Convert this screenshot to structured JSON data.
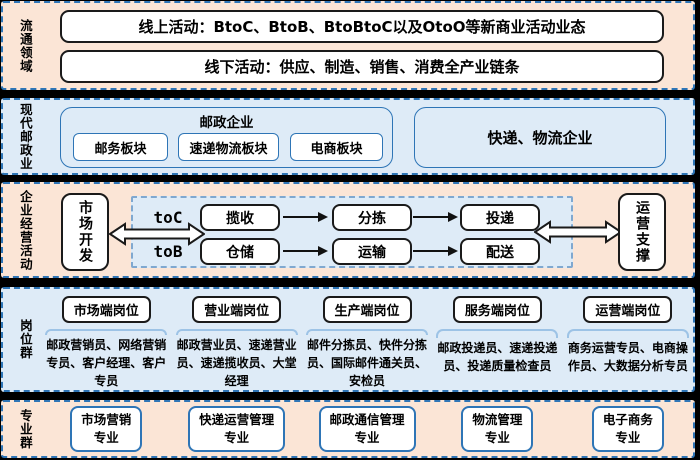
{
  "colors": {
    "peach_panel": "#FBE5D6",
    "blue_panel": "#DEEBF7",
    "dashed_border_blue": "#2E75B6",
    "bracket_blue": "#9DC3E6",
    "box_border_dark": "#1a1a1a"
  },
  "rows": {
    "circulation": {
      "label": "流通领域",
      "online": "线上活动：BtoC、BtoB、BtoBtoC以及OtoO等新商业活动业态",
      "offline": "线下活动：供应、制造、销售、消费全产业链条"
    },
    "postal": {
      "label": "现代邮政业",
      "group_title": "邮政企业",
      "sections": [
        "邮务板块",
        "速递物流板块",
        "电商板块"
      ],
      "express": "快递、物流企业"
    },
    "business": {
      "label": "企业经营活动",
      "market_dev": "市场开发",
      "ops_support": "运营支撑",
      "toc": "toC",
      "tob": "toB",
      "toc_chain": [
        "揽收",
        "分拣",
        "投递"
      ],
      "tob_chain": [
        "仓储",
        "运输",
        "配送"
      ]
    },
    "jobs": {
      "label": "岗位群",
      "columns": [
        {
          "title": "市场端岗位",
          "roles": "邮政营销员、网络营销专员、客户经理、客户专员"
        },
        {
          "title": "营业端岗位",
          "roles": "邮政营业员、速递营业员、速递揽收员、大堂经理"
        },
        {
          "title": "生产端岗位",
          "roles": "邮件分拣员、快件分拣员、国际邮件通关员、安检员"
        },
        {
          "title": "服务端岗位",
          "roles": "邮政投递员、速递投递员、投递质量检查员"
        },
        {
          "title": "运营端岗位",
          "roles": "商务运营专员、电商操作员、大数据分析专员"
        }
      ]
    },
    "majors": {
      "label": "专业群",
      "items": [
        "市场营销\n专业",
        "快递运营管理\n专业",
        "邮政通信管理\n专业",
        "物流管理\n专业",
        "电子商务\n专业"
      ]
    }
  }
}
